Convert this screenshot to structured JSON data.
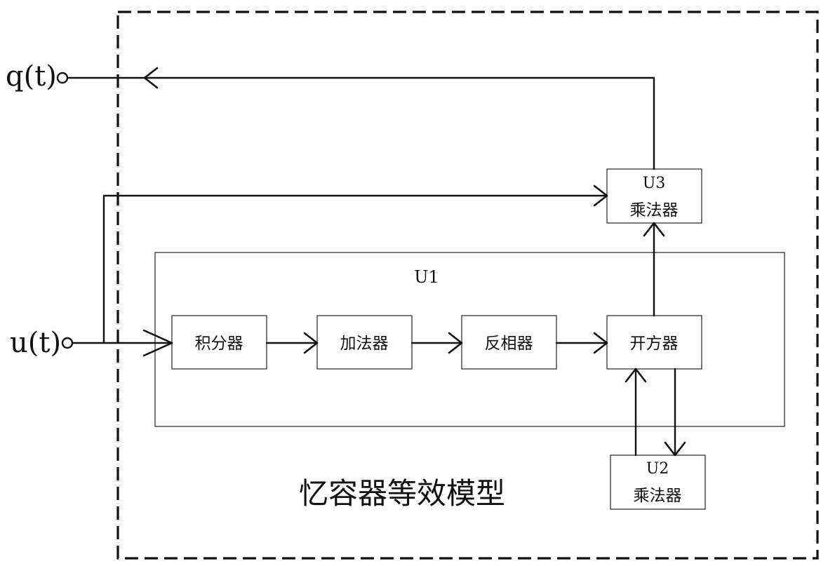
{
  "outer_title": "忆容器等效模型",
  "terminals": {
    "output": "q(t)",
    "input": "u(t)"
  },
  "group_label": "U1",
  "blocks": {
    "integrator": "积分器",
    "adder": "加法器",
    "inverter": "反相器",
    "sqrt": "开方器",
    "u2_id": "U2",
    "u2_name": "乘法器",
    "u3_id": "U3",
    "u3_name": "乘法器"
  },
  "colors": {
    "line": "#111111",
    "box_border": "#222222",
    "background": "#ffffff"
  }
}
